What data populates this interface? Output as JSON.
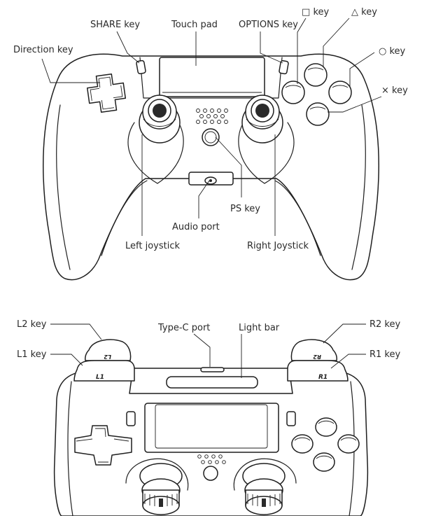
{
  "top_view": {
    "labels": {
      "share_key": "SHARE key",
      "touch_pad": "Touch pad",
      "options_key": "OPTIONS key",
      "square_key": "key",
      "triangle_key": "key",
      "circle_key": "key",
      "cross_key": "key",
      "direction_key": "Direction key",
      "ps_key": "PS key",
      "audio_port": "Audio port",
      "left_joystick": "Left joystick",
      "right_joystick": "Right Joystick"
    },
    "symbols": {
      "square": "□",
      "triangle": "△",
      "circle": "○",
      "cross": "×"
    }
  },
  "front_view": {
    "labels": {
      "l2_key": "L2 key",
      "l1_key": "L1 key",
      "typec_port": "Type-C port",
      "light_bar": "Light bar",
      "r2_key": "R2 key",
      "r1_key": "R1 key"
    },
    "trigger_marks": {
      "l2": "L2",
      "l1": "L1",
      "r2": "R2",
      "r1": "R1"
    }
  }
}
